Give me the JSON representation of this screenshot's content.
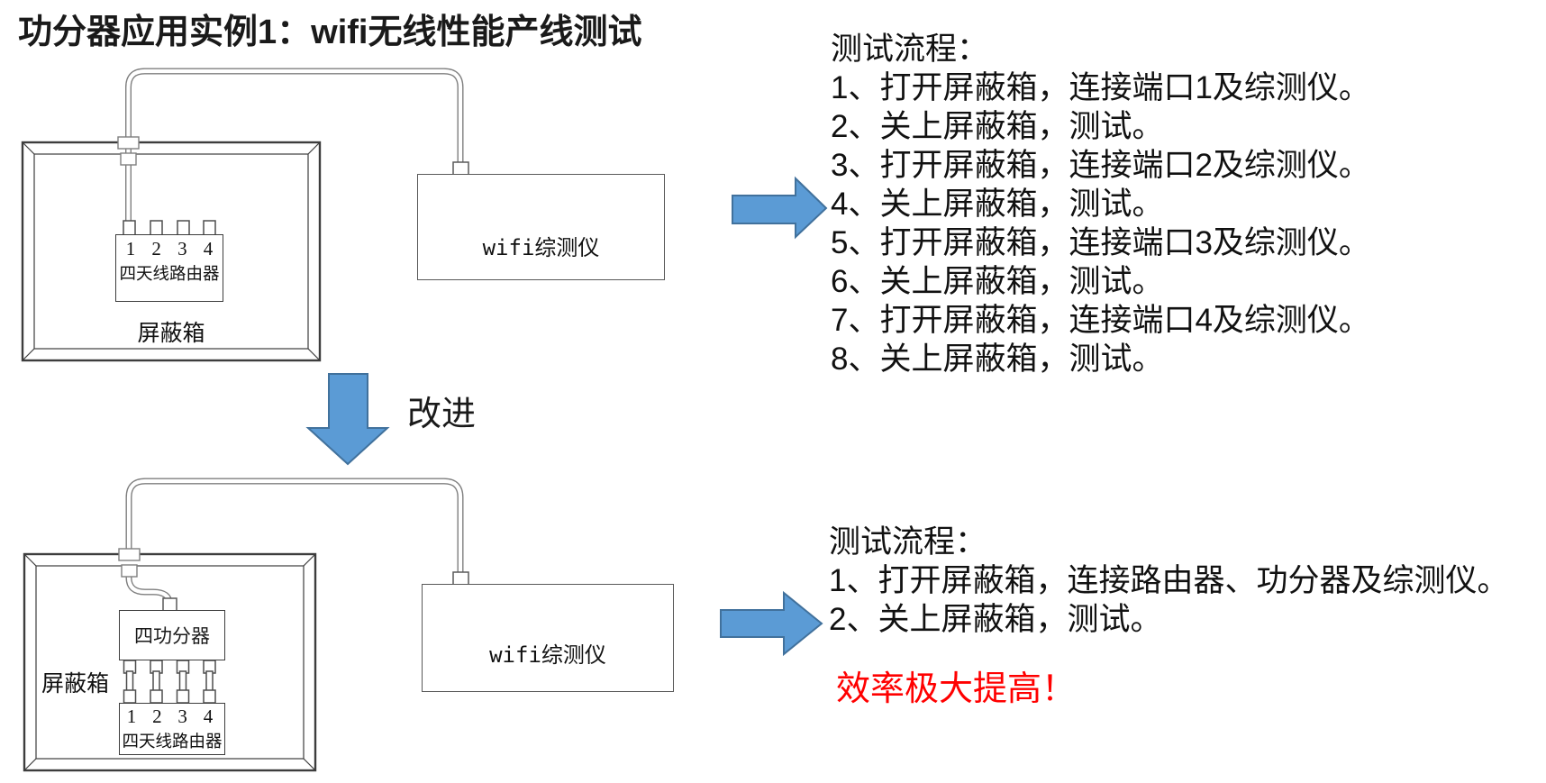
{
  "title": "功分器应用实例1：wifi无线性能产线测试",
  "colors": {
    "arrow_fill": "#5b9bd5",
    "arrow_stroke": "#41719c",
    "emphasis_red": "#ff0000",
    "frame_line": "#3d3d3d",
    "cable_line": "#7f7f7f"
  },
  "diagram_top": {
    "shield_box_label": "屏蔽箱",
    "router": {
      "ports": [
        "1",
        "2",
        "3",
        "4"
      ],
      "label": "四天线路由器"
    },
    "tester_label": "wifi综测仪"
  },
  "improve_arrow_label": "改进",
  "process_top": {
    "heading": "测试流程：",
    "steps": [
      "1、打开屏蔽箱，连接端口1及综测仪。",
      "2、关上屏蔽箱，测试。",
      "3、打开屏蔽箱，连接端口2及综测仪。",
      "4、关上屏蔽箱，测试。",
      "5、打开屏蔽箱，连接端口3及综测仪。",
      "6、关上屏蔽箱，测试。",
      "7、打开屏蔽箱，连接端口4及综测仪。",
      "8、关上屏蔽箱，测试。"
    ]
  },
  "diagram_bottom": {
    "shield_box_label": "屏蔽箱",
    "divider_label": "四功分器",
    "router": {
      "ports": [
        "1",
        "2",
        "3",
        "4"
      ],
      "label": "四天线路由器"
    },
    "tester_label": "wifi综测仪"
  },
  "process_bottom": {
    "heading": "测试流程：",
    "steps": [
      "1、打开屏蔽箱，连接路由器、功分器及综测仪。",
      "2、关上屏蔽箱，测试。"
    ],
    "emphasis": "效率极大提高！"
  }
}
